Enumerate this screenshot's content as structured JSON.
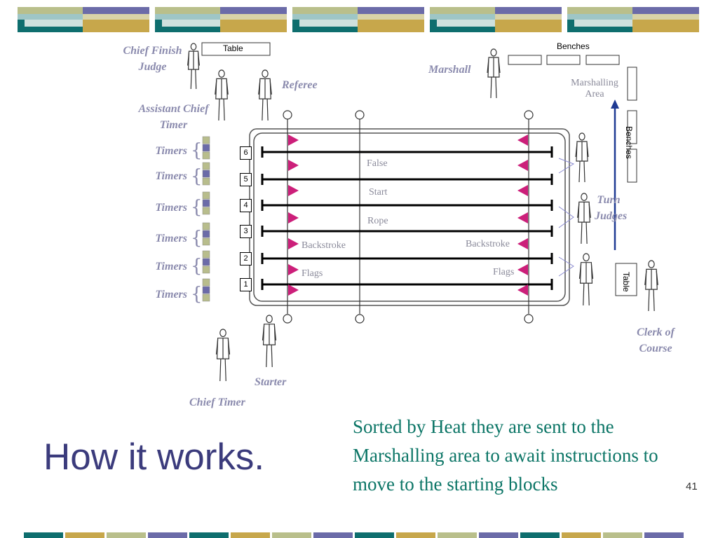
{
  "slide": {
    "title": "How it works.",
    "body": "Sorted by Heat they are sent to the Marshalling area to await instructions to move to the starting blocks",
    "page_number": "41"
  },
  "colors": {
    "title": "#3b3b7c",
    "body": "#0b7566",
    "role_label": "#8a8aad",
    "flag": "#cc1f7a",
    "arrow": "#1f3a93",
    "banner_teal": "#0e6e6e",
    "banner_purple": "#6b6ba8",
    "banner_tan": "#c7a74b",
    "banner_sage": "#b9bf8b"
  },
  "diagram": {
    "roles": {
      "chief_finish_judge": "Chief Finish Judge",
      "referee": "Referee",
      "marshall": "Marshall",
      "assistant_chief_timer": "Assistant Chief Timer",
      "turn_judges": "Turn Judges",
      "clerk_of_course": "Clerk of Course",
      "starter": "Starter",
      "chief_timer": "Chief Timer"
    },
    "timers_label": "Timers",
    "lane_numbers": [
      "6",
      "5",
      "4",
      "3",
      "2",
      "1"
    ],
    "pool_labels": {
      "false_start_1": "False",
      "false_start_2": "Start",
      "false_start_3": "Rope",
      "backstroke_left": "Backstroke",
      "backstroke_right": "Backstroke",
      "flags_left": "Flags",
      "flags_right": "Flags"
    },
    "furniture": {
      "table_top": "Table",
      "benches_top": "Benches",
      "marshalling_area": "Marshalling Area",
      "benches_side": "Benches",
      "table_side": "Table"
    },
    "icons": [
      "official-figure-icon",
      "timer-square-icon",
      "flag-triangle-icon",
      "arrow-up-icon"
    ]
  }
}
